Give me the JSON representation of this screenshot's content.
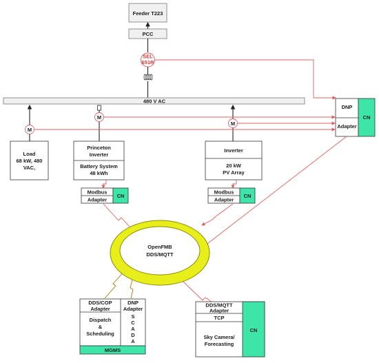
{
  "feeder": "Feeder T223",
  "pcc": "PCC",
  "relay": [
    "SEL",
    "651R"
  ],
  "bus": "480 V AC",
  "meter": "M",
  "dnp_block": {
    "top": "DNP",
    "bottom": "Adapter",
    "cn": "CN"
  },
  "load": [
    "Load",
    "68 kW, 480",
    "VAC,"
  ],
  "princeton": {
    "top": [
      "Princeton",
      "Inverter"
    ],
    "bottom": [
      "Battery System",
      "48 kWh"
    ]
  },
  "pv": {
    "top": [
      "Inverter"
    ],
    "bottom": [
      "20 kW",
      "PV Array"
    ]
  },
  "modbus1": {
    "top": "Modbus",
    "bottom": "Adapter",
    "cn": "CN"
  },
  "modbus2": {
    "top": "Modbus",
    "bottom": "Adapter",
    "cn": "CN"
  },
  "openfmb": [
    "OpenFMB",
    "DDS/MQTT"
  ],
  "mgms": {
    "dds_cop": [
      "DDS/COP",
      "Adapter"
    ],
    "dnp": [
      "DNP",
      "Adapter"
    ],
    "dispatch": [
      "Dispatch",
      "&",
      "Scheduling"
    ],
    "scada": [
      "S",
      "C",
      "A",
      "D",
      "A"
    ],
    "footer": "MGMS"
  },
  "camera": {
    "dds_mqtt": [
      "DDS/MQTT",
      "Adapter"
    ],
    "tcp": "TCP",
    "sky": [
      "Sky Camera/",
      "Forecasting"
    ],
    "cn": "CN"
  }
}
